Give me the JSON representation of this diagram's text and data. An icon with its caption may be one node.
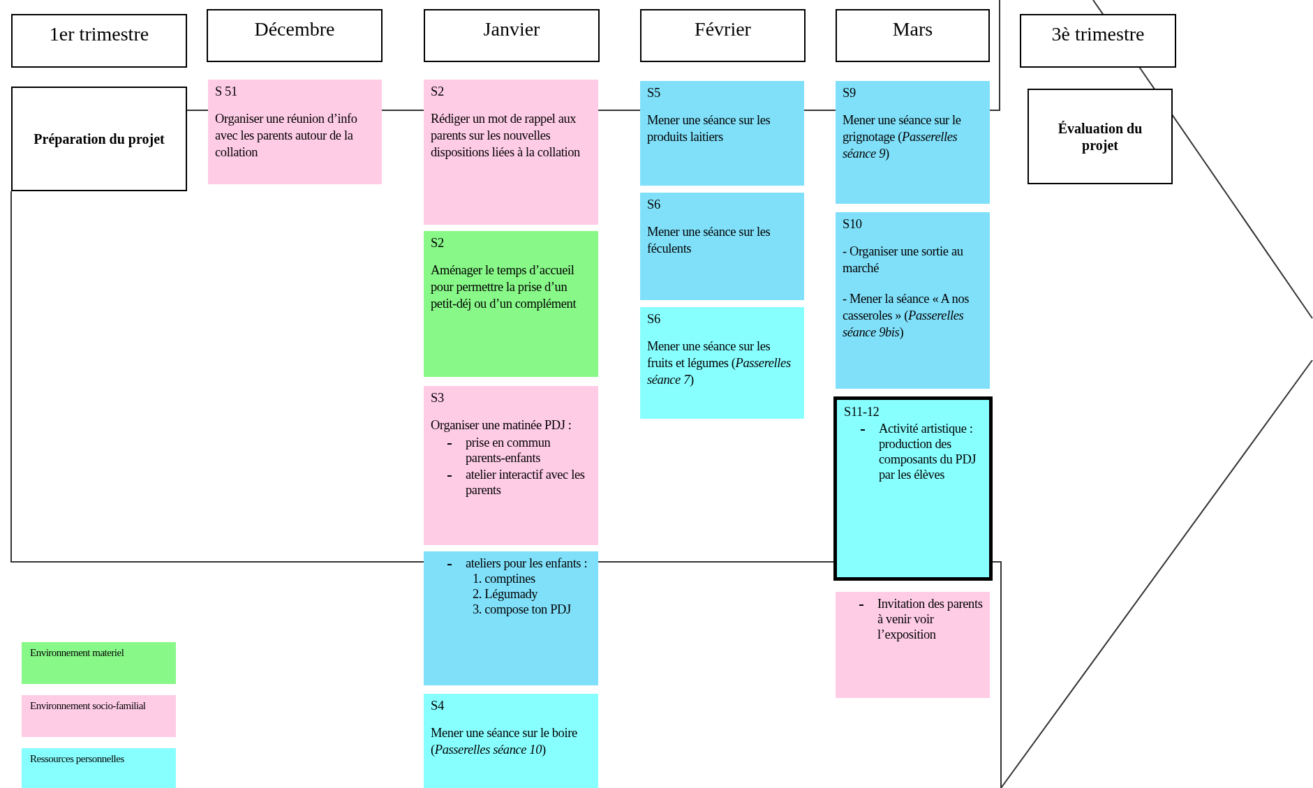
{
  "diagram": {
    "nodes": [
      {
        "text": [
          "1er trimestre"
        ]
      },
      {
        "text": [
          "Décembre"
        ]
      },
      {
        "text": [
          "Janvier"
        ]
      },
      {
        "text": [
          "Février"
        ]
      },
      {
        "text": [
          "Mars"
        ]
      },
      {
        "text": [
          "3è trimestre"
        ]
      },
      {
        "text": [
          "Préparation du projet"
        ]
      },
      {
        "text": [
          "S 51",
          "Organiser une réunion d’info avec les parents autour de la collation"
        ]
      },
      {
        "text": [
          "S2",
          "Rédiger un mot de rappel aux parents sur les nouvelles dispositions liées à la collation"
        ]
      },
      {
        "text": [
          "S2",
          "Aménager le temps d’accueil pour permettre la prise d’un petit-déj ou d’un complément"
        ]
      },
      {
        "text": [
          "S3",
          "Organiser une matinée PDJ :",
          "prise en commun parents-enfants",
          "atelier interactif avec les parents"
        ]
      },
      {
        "text": [
          "ateliers pour les enfants :",
          "1. comptines",
          "2. Légumady",
          "3. compose ton PDJ"
        ]
      },
      {
        "text": [
          "S4",
          "Mener une séance sur le boire (*Passerelles séance 10*)"
        ]
      },
      {
        "text": [
          "S5",
          "Mener une séance sur les produits laitiers"
        ]
      },
      {
        "text": [
          "S6",
          "Mener une séance sur les féculents"
        ]
      },
      {
        "text": [
          "S6",
          "Mener une séance sur les fruits et légumes (*Passerelles séance 7*)"
        ]
      },
      {
        "text": [
          "S9",
          "Mener une séance sur le grignotage (*Passerelles séance 9*)"
        ]
      },
      {
        "text": [
          "S10",
          "- Organiser une sortie au marché",
          "- Mener la séance « A nos casseroles » (*Passerelles séance 9bis*)"
        ]
      },
      {
        "text": [
          "S11-12",
          "Activité artistique : production des composants du PDJ par les élèves"
        ]
      },
      {
        "text": [
          "Invitation des parents à venir voir l’exposition"
        ]
      },
      {
        "text": [
          "Évaluation du projet"
        ]
      }
    ],
    "legend": [
      {
        "text": "Environnement materiel",
        "color": "#88f888"
      },
      {
        "text": "Environnement socio-familial",
        "color": "#ffcce6"
      },
      {
        "text": "Ressources personnelles",
        "color": "#88ffff"
      }
    ]
  }
}
